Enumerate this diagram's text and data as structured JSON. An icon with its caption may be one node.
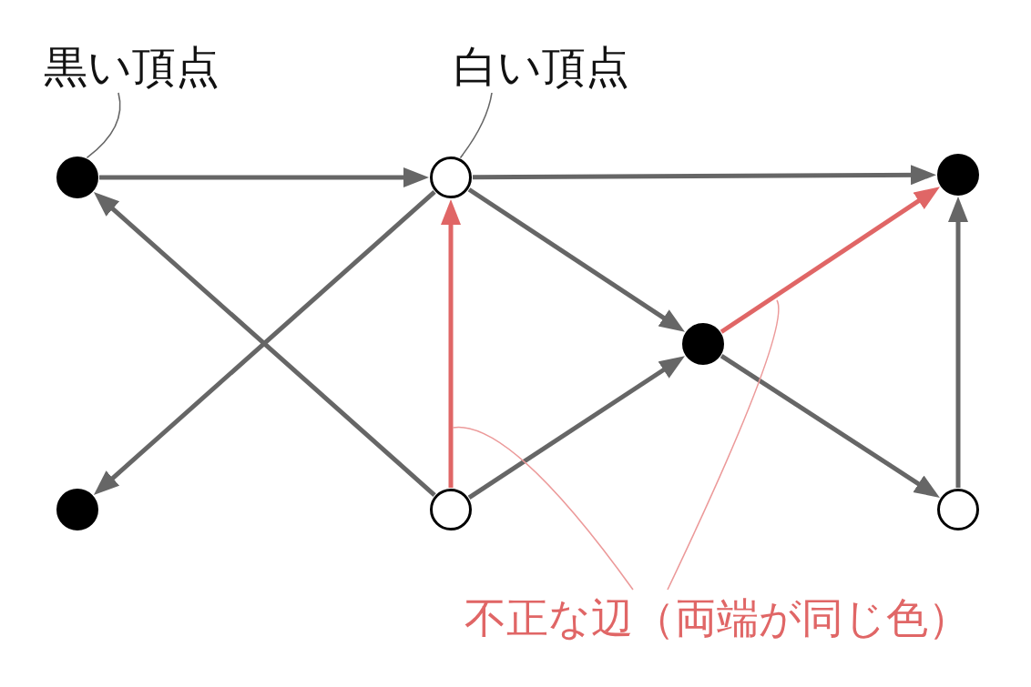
{
  "diagram": {
    "nodes": [
      {
        "text": [
          "黒い頂点"
        ]
      },
      {
        "text": [
          "白い頂点"
        ]
      },
      {
        "text": [],
        "shape": "circle"
      },
      {
        "text": [],
        "shape": "circle"
      },
      {
        "text": [],
        "shape": "circle"
      },
      {
        "text": [],
        "shape": "circle"
      },
      {
        "text": [],
        "shape": "circle"
      },
      {
        "text": [],
        "shape": "circle"
      },
      {
        "text": [],
        "shape": "circle"
      },
      {
        "text": [
          "不正な辺（両端が同じ色）"
        ]
      }
    ],
    "edges": [
      {
        "from": 2,
        "to": 3,
        "arrow": "to"
      },
      {
        "from": 3,
        "to": 4,
        "arrow": "to"
      },
      {
        "from": 7,
        "to": 2,
        "arrow": "to"
      },
      {
        "from": 3,
        "to": 6,
        "arrow": "to"
      },
      {
        "from": 7,
        "to": 3,
        "arrow": "to",
        "color": "#e06666"
      },
      {
        "from": 3,
        "to": 5,
        "arrow": "to"
      },
      {
        "from": 7,
        "to": 5,
        "arrow": "to"
      },
      {
        "from": 5,
        "to": 4,
        "arrow": "to",
        "color": "#e06666"
      },
      {
        "from": 5,
        "to": 8,
        "arrow": "to"
      },
      {
        "from": 8,
        "to": 4,
        "arrow": "to"
      },
      {
        "from": 0,
        "to": 2,
        "arrow": "none"
      },
      {
        "from": 1,
        "to": 3,
        "arrow": "none"
      },
      {
        "from": 9,
        "to": null,
        "arrow": "none",
        "color": "#ec9a9a"
      },
      {
        "from": 9,
        "to": null,
        "arrow": "none",
        "color": "#ec9a9a"
      }
    ]
  }
}
